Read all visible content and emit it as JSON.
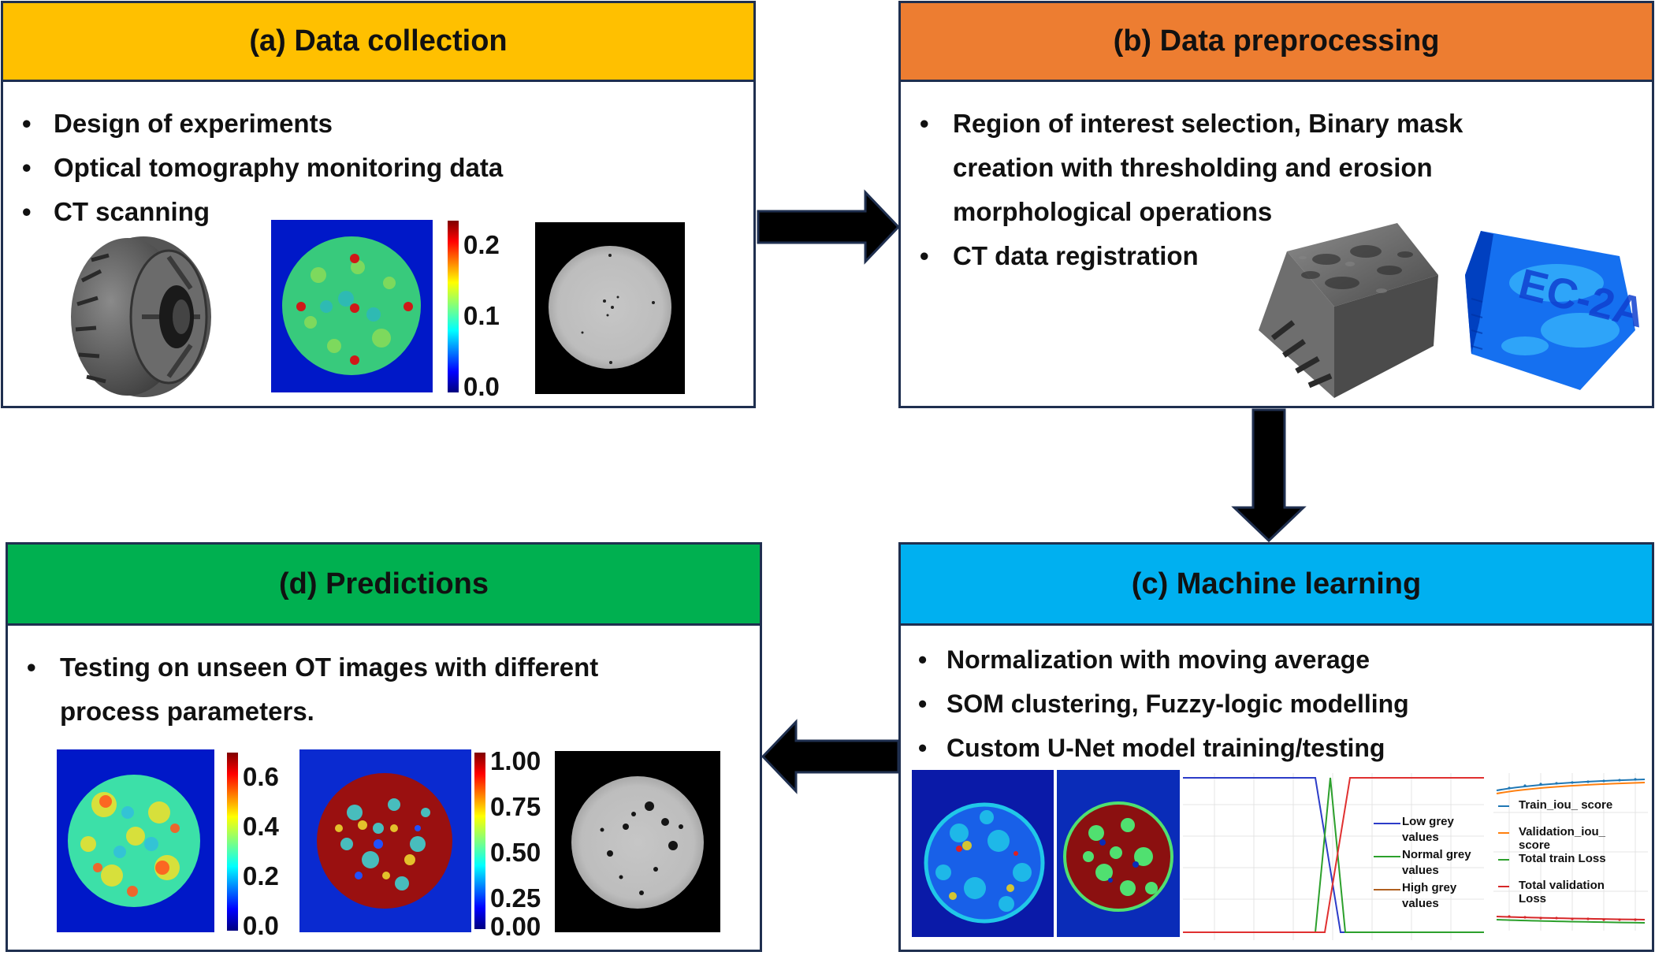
{
  "panels": {
    "a": {
      "title": "(a) Data collection",
      "color": "#ffc000",
      "bullets": [
        "Design of experiments",
        "Optical tomography monitoring data",
        "CT scanning"
      ],
      "colorbar_ticks": [
        "0.2",
        "0.1",
        "0.0"
      ]
    },
    "b": {
      "title": "(b) Data preprocessing",
      "color": "#ed7d31",
      "bullets": [
        "Region of interest selection, Binary mask creation with thresholding and erosion morphological operations",
        "CT data registration"
      ],
      "cube_text": "EC-2A"
    },
    "c": {
      "title": "(c) Machine learning",
      "color": "#00b0f0",
      "bullets": [
        "Normalization with moving average",
        "SOM clustering, Fuzzy-logic modelling",
        "Custom U-Net model training/testing"
      ],
      "membership_legend": [
        "Low grey values",
        "Normal grey values",
        "High grey values"
      ],
      "training_legend": [
        "Train_iou_ score",
        "Validation_iou_ score",
        "Total train Loss",
        "Total validation Loss"
      ]
    },
    "d": {
      "title": "(d) Predictions",
      "color": "#00b050",
      "bullets": [
        "Testing on unseen OT images with different process parameters."
      ],
      "colorbar1_ticks": [
        "0.6",
        "0.4",
        "0.2",
        "0.0"
      ],
      "colorbar2_ticks": [
        "1.00",
        "0.75",
        "0.50",
        "0.25",
        "0.00"
      ]
    }
  },
  "colors": {
    "border": "#1f2f4f",
    "arrow": "#000000"
  },
  "icons": [
    "arrow-right-icon",
    "arrow-down-icon",
    "arrow-left-icon"
  ]
}
